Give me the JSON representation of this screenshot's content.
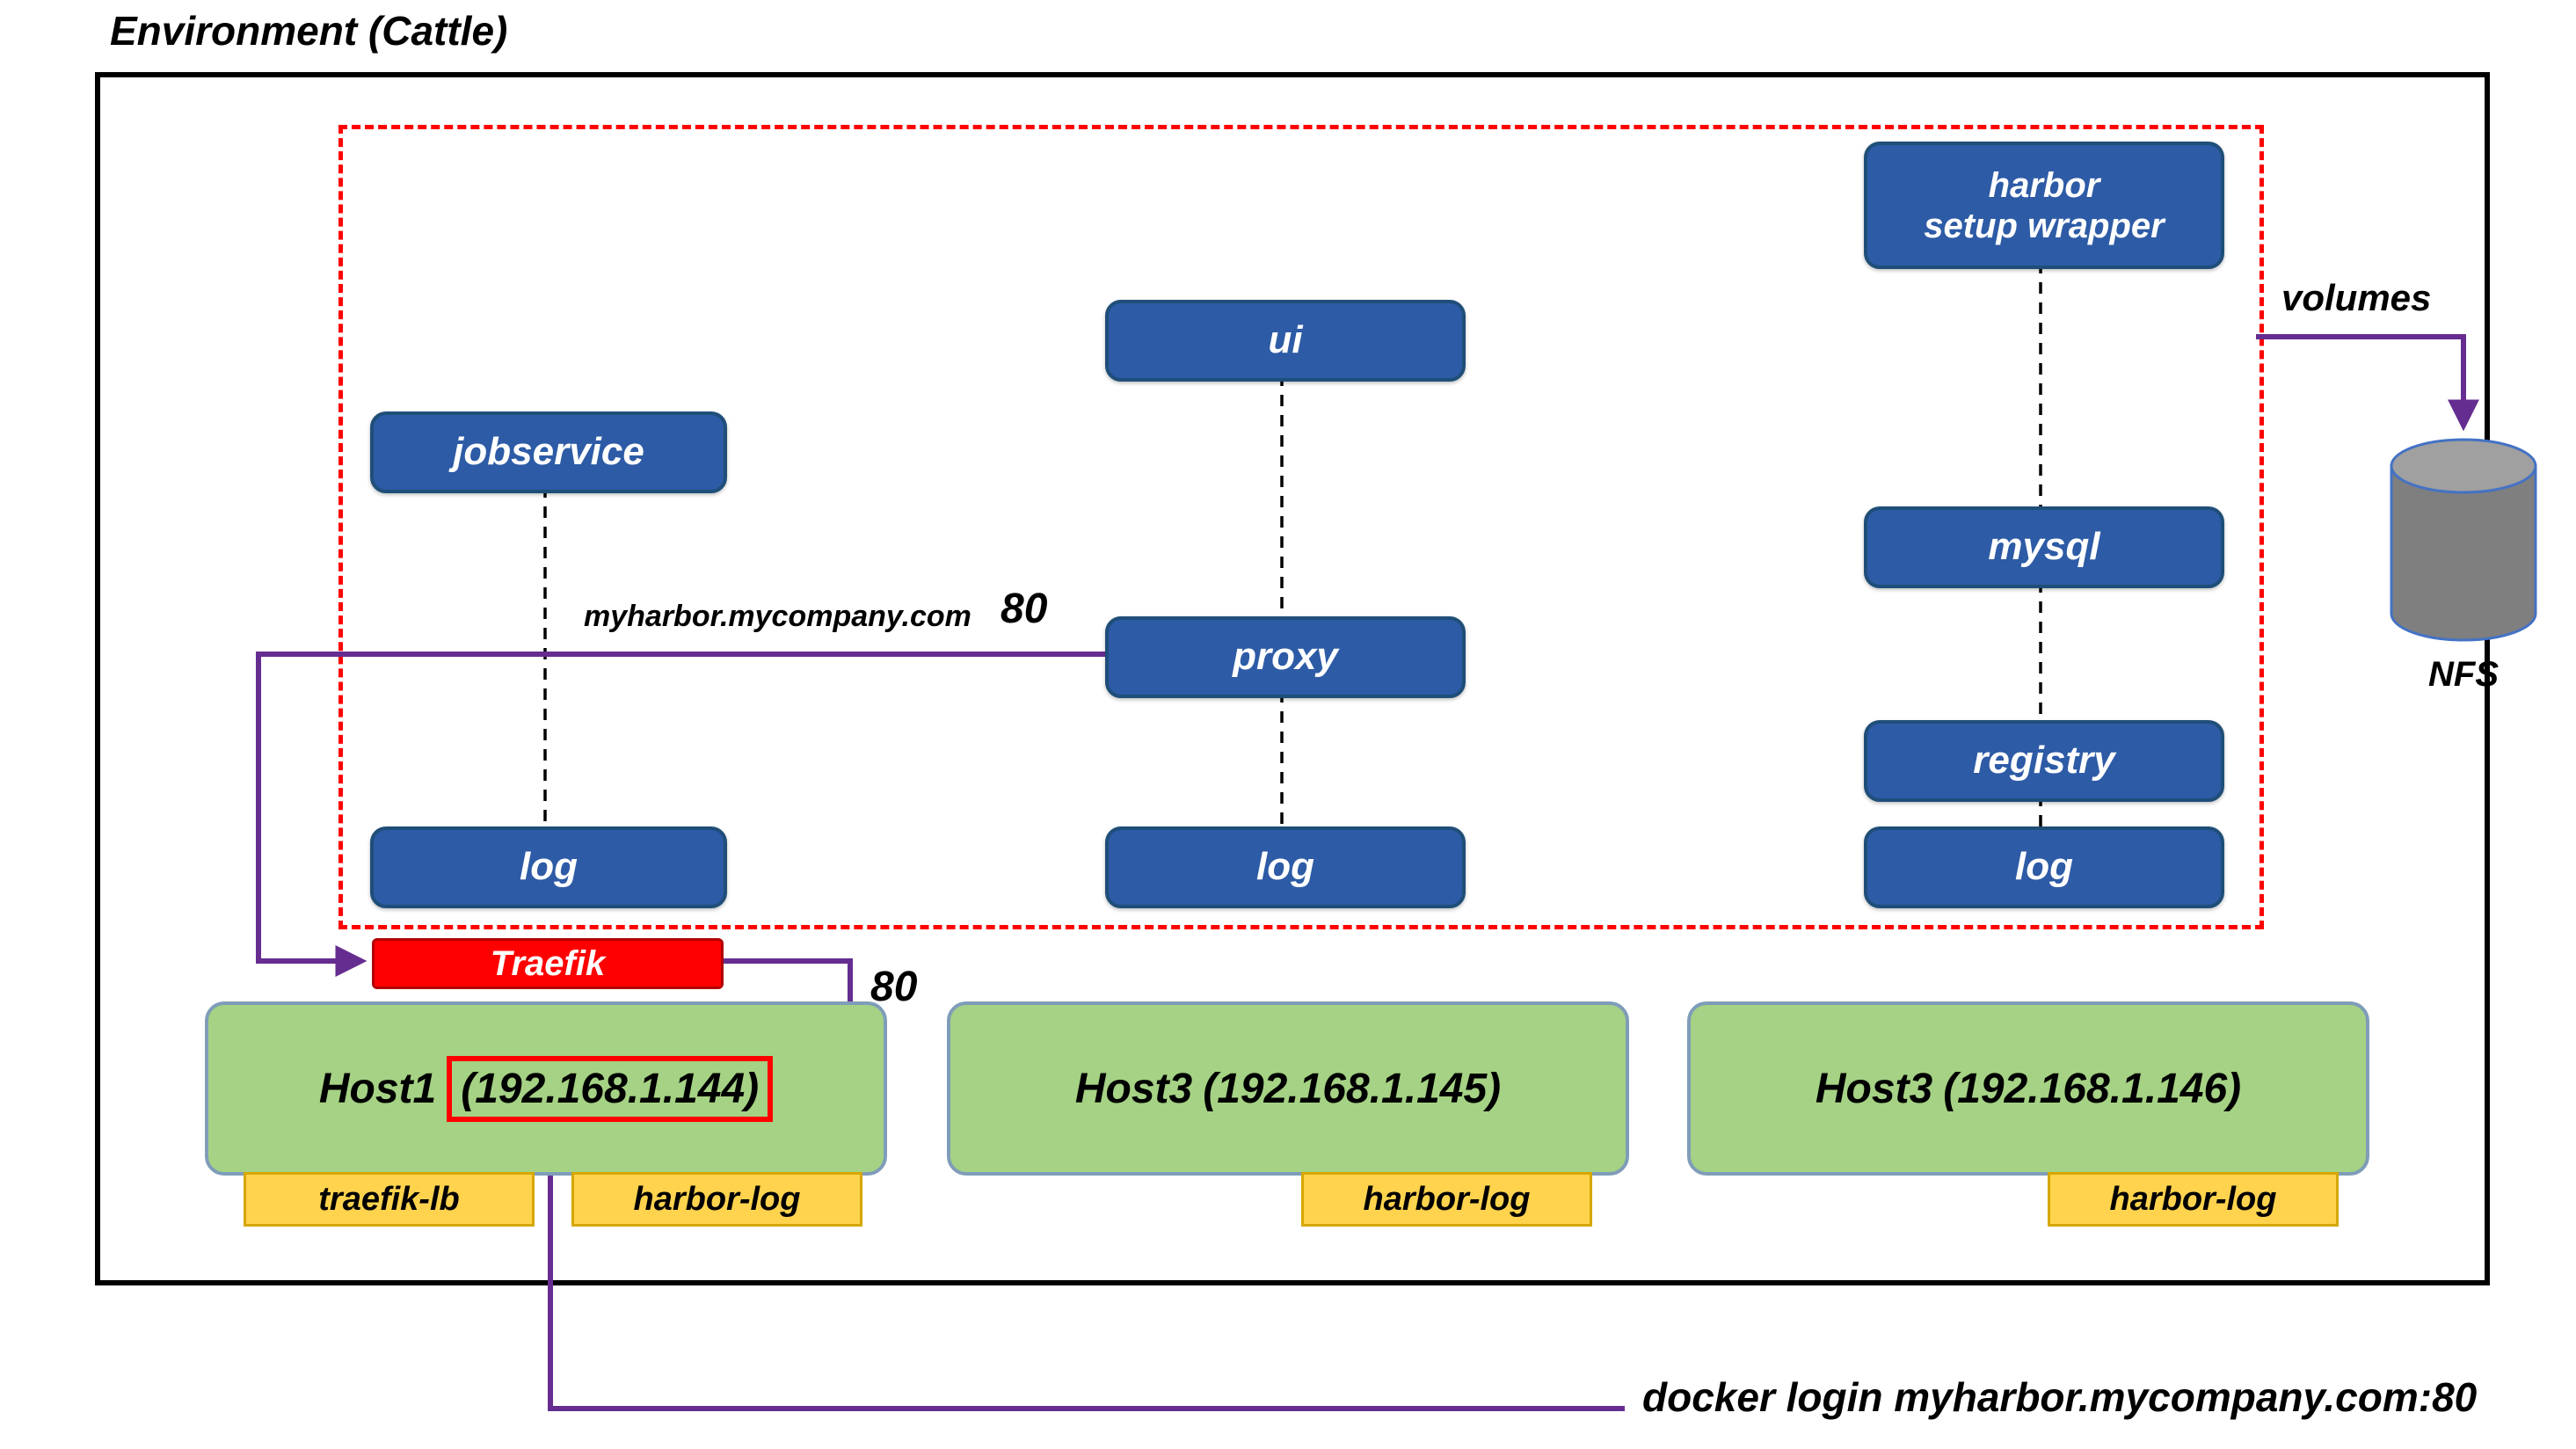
{
  "title": "Environment (Cattle)",
  "services": {
    "harbor_setup_wrapper": {
      "line1": "harbor",
      "line2": "setup wrapper"
    },
    "ui": "ui",
    "jobservice": "jobservice",
    "mysql": "mysql",
    "proxy": "proxy",
    "registry": "registry",
    "log_left": "log",
    "log_center": "log",
    "log_right": "log"
  },
  "traefik": {
    "label": "Traefik"
  },
  "hosts": [
    {
      "name": "Host1",
      "ip": "(192.168.1.144)",
      "tags": [
        "traefik-lb",
        "harbor-log"
      ]
    },
    {
      "name": "Host3",
      "ip": "(192.168.1.145)",
      "tags": [
        "harbor-log"
      ]
    },
    {
      "name": "Host3",
      "ip": "(192.168.1.146)",
      "tags": [
        "harbor-log"
      ]
    }
  ],
  "annotations": {
    "myharbor_domain": "myharbor.mycompany.com",
    "port_proxy": "80",
    "port_host": "80",
    "volumes": "volumes",
    "nfs": "NFS",
    "docker_login": "docker login myharbor.mycompany.com:80"
  },
  "colors": {
    "service_fill": "#2d5ba6",
    "service_border": "#1f4e79",
    "host_fill": "#a5d284",
    "tag_fill": "#ffd34d",
    "traefik_fill": "#fe0000",
    "arrow_purple": "#662d91",
    "dashed_boundary_red": "#ff0000",
    "connector_black": "#000000",
    "nfs_body": "#7f7f7f",
    "nfs_top": "#a0a0a0"
  }
}
